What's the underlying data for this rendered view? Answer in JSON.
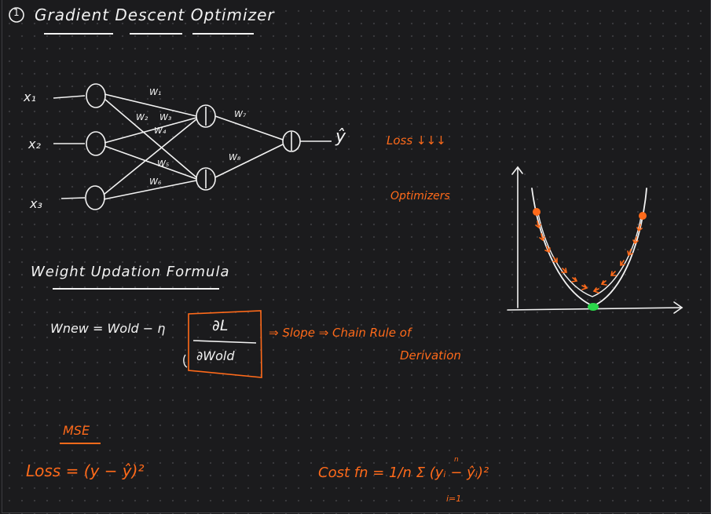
{
  "title": {
    "number": "1",
    "text": "Gradient Descent Optimizer"
  },
  "network": {
    "inputs": [
      "x₁",
      "x₂",
      "x₃"
    ],
    "weights": [
      "W₁",
      "W₂",
      "W₃",
      "W₄",
      "W₅",
      "W₆",
      "W₇",
      "W₈"
    ],
    "output": "ŷ",
    "loss_note": "Loss ↓↓↓",
    "optimizers_note": "Optimizers"
  },
  "update": {
    "heading": "Weight Updation Formula",
    "lhs": "Wnew = Wold − η",
    "numerator": "∂L",
    "denominator": "∂Wold",
    "arrow_note": "⇒ Slope ⇒ Chain Rule of",
    "arrow_note_2": "Derivation"
  },
  "mse": {
    "label": "MSE",
    "formula": "Loss = (y − ŷ)²"
  },
  "cost": {
    "formula": "Cost fn = 1/n Σ (yᵢ − ŷᵢ)²",
    "sum_top": "n",
    "sum_bottom": "i=1"
  },
  "colors": {
    "ink": "#f2f2f2",
    "accent": "#ff6a1a",
    "minimum": "#2bd64a",
    "background": "#1b1b1d"
  }
}
